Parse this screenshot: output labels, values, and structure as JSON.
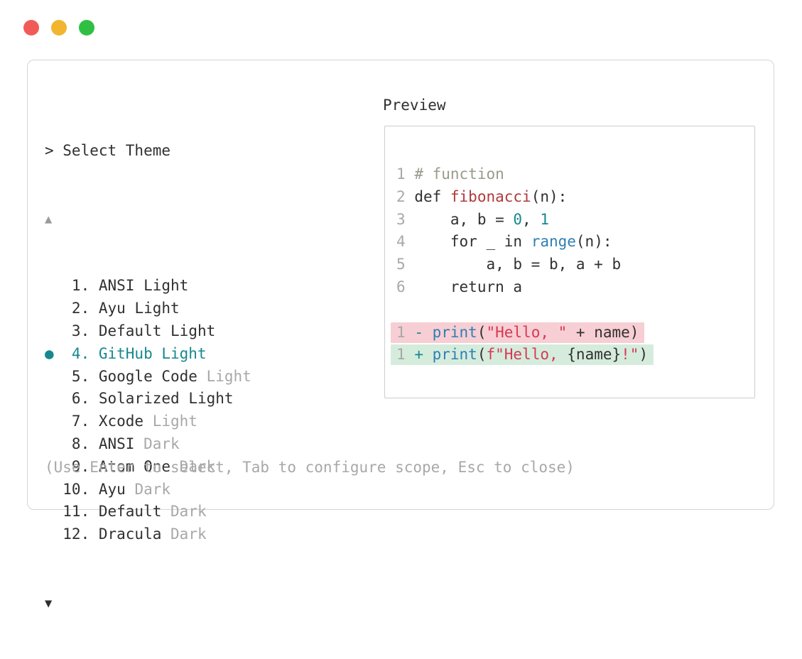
{
  "traffic_lights": {
    "close_color": "#f15b57",
    "minimize_color": "#f2b52e",
    "zoom_color": "#2fc043"
  },
  "prompt": {
    "text": "> Select Theme"
  },
  "list": {
    "scroll_up": "▲",
    "scroll_down": "▼",
    "selected_marker": "●",
    "items": [
      {
        "number": "1",
        "name": "ANSI",
        "variant": "Light",
        "variant_dim": false,
        "selected": false
      },
      {
        "number": "2",
        "name": "Ayu",
        "variant": "Light",
        "variant_dim": false,
        "selected": false
      },
      {
        "number": "3",
        "name": "Default",
        "variant": "Light",
        "variant_dim": false,
        "selected": false
      },
      {
        "number": "4",
        "name": "GitHub",
        "variant": "Light",
        "variant_dim": false,
        "selected": true
      },
      {
        "number": "5",
        "name": "Google Code",
        "variant": "Light",
        "variant_dim": true,
        "selected": false
      },
      {
        "number": "6",
        "name": "Solarized",
        "variant": "Light",
        "variant_dim": false,
        "selected": false
      },
      {
        "number": "7",
        "name": "Xcode",
        "variant": "Light",
        "variant_dim": true,
        "selected": false
      },
      {
        "number": "8",
        "name": "ANSI",
        "variant": "Dark",
        "variant_dim": true,
        "selected": false
      },
      {
        "number": "9",
        "name": "Atom One",
        "variant": "Dark",
        "variant_dim": true,
        "selected": false
      },
      {
        "number": "10",
        "name": "Ayu",
        "variant": "Dark",
        "variant_dim": true,
        "selected": false
      },
      {
        "number": "11",
        "name": "Default",
        "variant": "Dark",
        "variant_dim": true,
        "selected": false
      },
      {
        "number": "12",
        "name": "Dracula",
        "variant": "Dark",
        "variant_dim": true,
        "selected": false
      }
    ]
  },
  "preview": {
    "label": "Preview",
    "code_lines": [
      {
        "num": "1",
        "diff": null,
        "tokens": [
          {
            "t": "# function",
            "c": "comment"
          }
        ]
      },
      {
        "num": "2",
        "diff": null,
        "tokens": [
          {
            "t": "def ",
            "c": "plain"
          },
          {
            "t": "fibonacci",
            "c": "func"
          },
          {
            "t": "(n):",
            "c": "plain"
          }
        ]
      },
      {
        "num": "3",
        "diff": null,
        "tokens": [
          {
            "t": "    a, b = ",
            "c": "plain"
          },
          {
            "t": "0",
            "c": "number"
          },
          {
            "t": ", ",
            "c": "plain"
          },
          {
            "t": "1",
            "c": "number"
          }
        ]
      },
      {
        "num": "4",
        "diff": null,
        "tokens": [
          {
            "t": "    for _ in ",
            "c": "plain"
          },
          {
            "t": "range",
            "c": "builtin"
          },
          {
            "t": "(n):",
            "c": "plain"
          }
        ]
      },
      {
        "num": "5",
        "diff": null,
        "tokens": [
          {
            "t": "        a, b = b, a + b",
            "c": "plain"
          }
        ]
      },
      {
        "num": "6",
        "diff": null,
        "tokens": [
          {
            "t": "    return a",
            "c": "plain"
          }
        ]
      },
      {
        "num": "",
        "diff": null,
        "tokens": []
      },
      {
        "num": "1",
        "diff": "removed",
        "tokens": [
          {
            "t": "- ",
            "c": "diffsign"
          },
          {
            "t": "print",
            "c": "builtin"
          },
          {
            "t": "(",
            "c": "plain"
          },
          {
            "t": "\"Hello, \"",
            "c": "string"
          },
          {
            "t": " + name)",
            "c": "plain"
          }
        ]
      },
      {
        "num": "1",
        "diff": "added",
        "tokens": [
          {
            "t": "+ ",
            "c": "diffsign"
          },
          {
            "t": "print",
            "c": "builtin"
          },
          {
            "t": "(",
            "c": "plain"
          },
          {
            "t": "f\"Hello, ",
            "c": "string"
          },
          {
            "t": "{name}",
            "c": "plain"
          },
          {
            "t": "!\"",
            "c": "string"
          },
          {
            "t": ")",
            "c": "plain"
          }
        ]
      }
    ]
  },
  "footer": {
    "hint": "(Use Enter to select, Tab to configure scope, Esc to close)"
  },
  "colors": {
    "accent_teal": "#17888e",
    "builtin_blue": "#2e7fb4",
    "string_red": "#d63955",
    "function_red": "#b03a3a",
    "comment_gray": "#9a9a8b",
    "text_dark": "#32302f",
    "text_dim": "#a8a8a8",
    "diff_removed_bg": "#f7ced3",
    "diff_added_bg": "#d5ecdd"
  }
}
